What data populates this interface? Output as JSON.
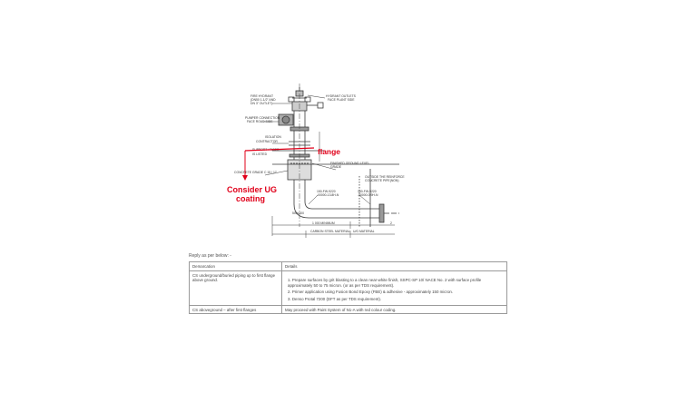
{
  "drawing": {
    "labels": {
      "fire_hydrant": [
        "FIRE HYDRANT",
        "(DN50 1-1/2\" AND",
        "DN 3\" OUTLET)"
      ],
      "hydrant_outlets": [
        "HYDRANT OUTLETS",
        "FACE PLANT SIDE"
      ],
      "pumper_connection": [
        "PUMPER CONNECTION",
        "FACE ROAD SIDE"
      ],
      "isolation": [
        "ISOLATION",
        "CONTRACTOR"
      ],
      "struck_note": [
        "SUPPORT / RISER",
        "IS LISTED"
      ],
      "concrete_grade": "CONCRETE GRADE C 15 / 17",
      "finished_ground": [
        "FINISHED GROUND LEVEL",
        "GRADE"
      ],
      "outside_reinforce": [
        "OUTSIDE THE REINFORCE",
        "CONCRETE PIPE(NON)"
      ],
      "line_left": [
        "150-FW-9220",
        "-00000-13.8H-N"
      ],
      "line_right": [
        "150-FW-9220",
        "-00000-0.9H-N"
      ],
      "dimension": "500x300",
      "bottom_dim": "1 000 MINIMUM",
      "carbon_steel": "CARBON STEEL MATERIAL",
      "ug_material": "U/G MATERIAL",
      "right_mark": "2"
    },
    "annotations": {
      "flange": "flange",
      "consider": [
        "Consider UG",
        "coating"
      ]
    }
  },
  "reply_note": "Reply as per below: -",
  "table": {
    "headers": [
      "Demarcation",
      "Details"
    ],
    "rows": [
      {
        "demarcation": "CS underground/buried piping up to first flange above ground.",
        "details": [
          "1. Prepare surfaces by grit blasting to a clean near-white finish, SSPC-SP 10/ NACE No. 2 with surface profile approximately 50 to 75 micron. (or as per TDS requirement).",
          "2. Primer application using Fusion Bond Epoxy (FBE) & adhesive - approximately 150 micron.",
          "3. Denso Protal 7200 (DFT as per TDS requirement)."
        ]
      },
      {
        "demarcation": "CS aboveground – after first flanges",
        "details_text": "May proceed with Paint System of N1-A with red colour coding."
      }
    ]
  },
  "colors": {
    "annotation": "#e0001a",
    "line": "#3a3a3a",
    "table_border": "#9a9a9a"
  }
}
